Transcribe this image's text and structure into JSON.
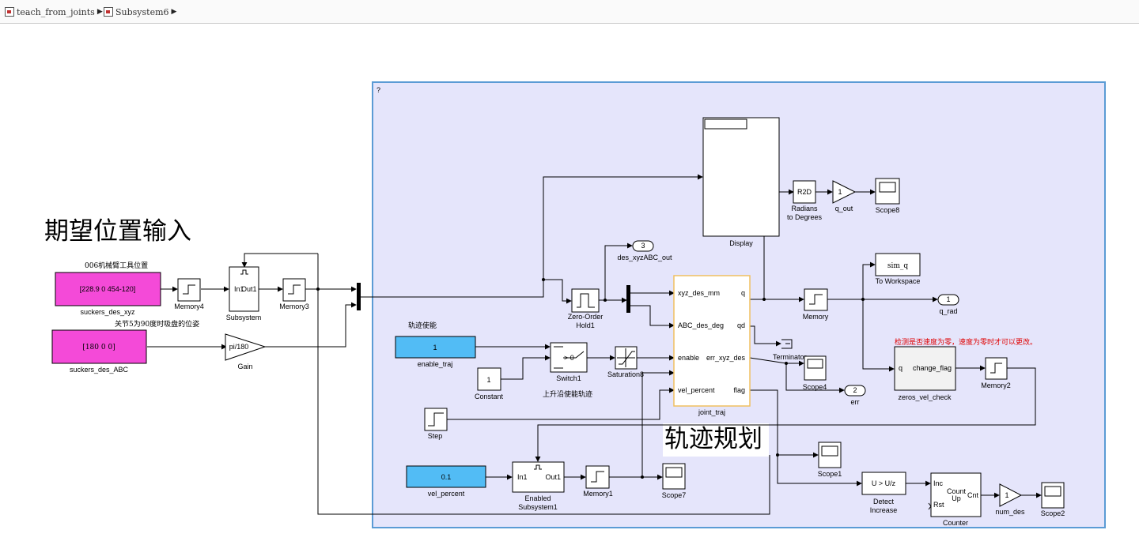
{
  "breadcrumb": {
    "root": "teach_from_joints",
    "child": "Subsystem6"
  },
  "annotations": {
    "desired_pos_title": "期望位置输入",
    "trajectory_title": "轨迹规划",
    "tool_pos_note": "006机械臂工具位置",
    "joint5_note": "关节5为90度时吸盘的位姿",
    "traj_enable_note": "轨迹使能",
    "rising_edge_note": "上升沿使能轨迹",
    "zero_vel_note": "检测是否速度为零，速度为零时才可以更改。",
    "area_marker": "?"
  },
  "blocks": {
    "suckers_des_xyz": {
      "value": "[228.9 0 454-120]",
      "name": "suckers_des_xyz"
    },
    "suckers_des_ABC": {
      "value": "[180    0    0]",
      "name": "suckers_des_ABC"
    },
    "memory4": "Memory4",
    "subsystem": {
      "in": "In1",
      "out": "Out1",
      "name": "Subsystem"
    },
    "memory3": "Memory3",
    "gain": {
      "value": "pi/180",
      "name": "Gain"
    },
    "enable_traj": {
      "value": "1",
      "name": "enable_traj"
    },
    "constant": {
      "value": "1",
      "name": "Constant"
    },
    "switch1": {
      "value": "> 0",
      "name": "Switch1"
    },
    "saturation8": "Saturation8",
    "zoh": {
      "name1": "Zero-Order",
      "name2": "Hold1"
    },
    "des_xyz_out": {
      "num": "3",
      "name": "des_xyzABC_out"
    },
    "display": "Display",
    "r2d": {
      "value": "R2D",
      "name1": "Radians",
      "name2": "to Degrees"
    },
    "q_out": {
      "value": "1",
      "name": "q_out"
    },
    "scope8": "Scope8",
    "joint_traj": {
      "name": "joint_traj",
      "in1": "xyz_des_mm",
      "in2": "ABC_des_deg",
      "in3": "enable",
      "in4": "vel_percent",
      "out1": "q",
      "out2": "qd",
      "out3": "err_xyz_des",
      "out4": "flag"
    },
    "terminator": "Terminator",
    "scope4": "Scope4",
    "err_out": {
      "num": "2",
      "name": "err"
    },
    "memory": "Memory",
    "to_workspace": {
      "value": "sim_q",
      "name": "To Workspace"
    },
    "q_rad_out": {
      "num": "1",
      "name": "q_rad"
    },
    "zeros_vel_check": {
      "in": "q",
      "out": "change_flag",
      "name": "zeros_vel_check"
    },
    "memory2": "Memory2",
    "step": "Step",
    "vel_percent": {
      "value": "0.1",
      "name": "vel_percent"
    },
    "enabled_sub": {
      "in": "In1",
      "out": "Out1",
      "name1": "Enabled",
      "name2": "Subsystem1"
    },
    "memory1": "Memory1",
    "scope7": "Scope7",
    "scope1": "Scope1",
    "detect": {
      "value": "U > U/z",
      "name1": "Detect",
      "name2": "Increase"
    },
    "counter": {
      "inc": "Inc",
      "rst": "Rst",
      "count_up1": "Count",
      "count_up2": "Up",
      "cnt": "Cnt",
      "name": "Counter"
    },
    "num_des_gain": {
      "value": "1",
      "name": "num_des"
    },
    "scope2": "Scope2"
  },
  "colors": {
    "area_fill": "#e5e5fb",
    "area_border": "#5b9bd5",
    "magenta": "#f44ad8",
    "cyan": "#52bcf5",
    "note_red": "#e00000"
  }
}
